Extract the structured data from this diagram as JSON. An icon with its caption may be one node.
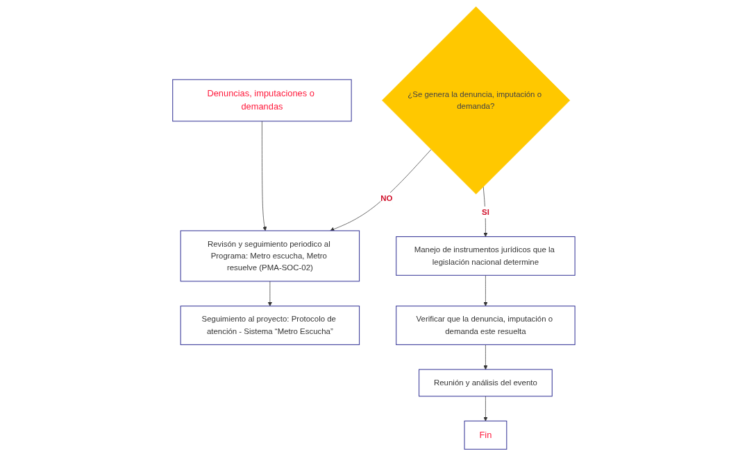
{
  "diagram": {
    "nodes": [
      {
        "text": [
          "Denuncias, imputaciones o demandas"
        ]
      },
      {
        "text": [
          "Revisón y seguimiento periodico al Programa: Metro escucha, Metro resuelve (PMA-SOC-02)"
        ]
      },
      {
        "text": [
          "Seguimiento al proyecto: Protocolo de atención - Sistema “Metro Escucha”"
        ]
      },
      {
        "text": [
          "¿Se genera la denuncia, imputación o demanda?"
        ]
      },
      {
        "text": [
          "Manejo de instrumentos jurídicos que la legislación nacional determine"
        ]
      },
      {
        "text": [
          "Verificar que la denuncia, imputación o demanda este resuelta"
        ]
      },
      {
        "text": [
          "Reunión y análisis del evento"
        ]
      },
      {
        "text": [
          "Fin"
        ]
      }
    ],
    "edges": [
      {
        "from": 0,
        "to": 1,
        "arrow": "to"
      },
      {
        "from": 1,
        "to": 2,
        "arrow": "to"
      },
      {
        "from": 3,
        "to": 4,
        "arrow": "to",
        "label": "SI"
      },
      {
        "from": 3,
        "to": 1,
        "arrow": "to",
        "label": "NO"
      },
      {
        "from": 4,
        "to": 5,
        "arrow": "to"
      },
      {
        "from": 5,
        "to": 6,
        "arrow": "to"
      },
      {
        "from": 6,
        "to": 7,
        "arrow": "to"
      }
    ]
  }
}
